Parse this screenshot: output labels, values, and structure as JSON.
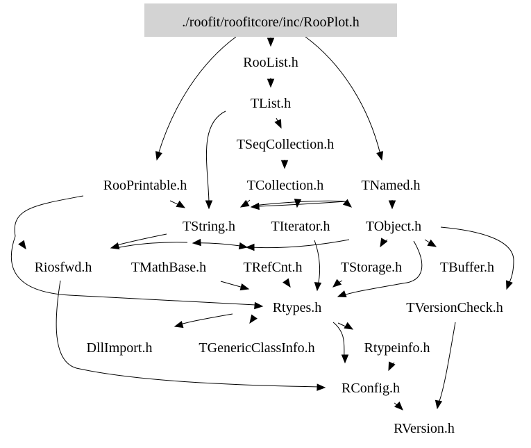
{
  "graph": {
    "title": "./roofit/roofitcore/inc/RooPlot.h",
    "root_fill": "#d3d3d3",
    "nodes": [
      {
        "id": "root",
        "label": "./roofit/roofitcore/inc/RooPlot.h",
        "root": true
      },
      {
        "id": "RooList",
        "label": "RooList.h"
      },
      {
        "id": "TList",
        "label": "TList.h"
      },
      {
        "id": "TSeqCollection",
        "label": "TSeqCollection.h"
      },
      {
        "id": "RooPrintable",
        "label": "RooPrintable.h"
      },
      {
        "id": "TCollection",
        "label": "TCollection.h"
      },
      {
        "id": "TNamed",
        "label": "TNamed.h"
      },
      {
        "id": "TString",
        "label": "TString.h"
      },
      {
        "id": "TIterator",
        "label": "TIterator.h"
      },
      {
        "id": "TObject",
        "label": "TObject.h"
      },
      {
        "id": "Riosfwd",
        "label": "Riosfwd.h"
      },
      {
        "id": "TMathBase",
        "label": "TMathBase.h"
      },
      {
        "id": "TRefCnt",
        "label": "TRefCnt.h"
      },
      {
        "id": "TStorage",
        "label": "TStorage.h"
      },
      {
        "id": "TBuffer",
        "label": "TBuffer.h"
      },
      {
        "id": "Rtypes",
        "label": "Rtypes.h"
      },
      {
        "id": "TVersionCheck",
        "label": "TVersionCheck.h"
      },
      {
        "id": "DllImport",
        "label": "DllImport.h"
      },
      {
        "id": "TGenericClassInfo",
        "label": "TGenericClassInfo.h"
      },
      {
        "id": "Rtypeinfo",
        "label": "Rtypeinfo.h"
      },
      {
        "id": "RConfig",
        "label": "RConfig.h"
      },
      {
        "id": "RVersion",
        "label": "RVersion.h"
      }
    ],
    "edges": [
      {
        "from": "root",
        "to": "RooList"
      },
      {
        "from": "root",
        "to": "RooPrintable"
      },
      {
        "from": "root",
        "to": "TNamed"
      },
      {
        "from": "RooList",
        "to": "TList"
      },
      {
        "from": "TList",
        "to": "TSeqCollection"
      },
      {
        "from": "TList",
        "to": "TString"
      },
      {
        "from": "TSeqCollection",
        "to": "TCollection"
      },
      {
        "from": "RooPrintable",
        "to": "TString"
      },
      {
        "from": "RooPrintable",
        "to": "Riosfwd"
      },
      {
        "from": "RooPrintable",
        "to": "Rtypes"
      },
      {
        "from": "TCollection",
        "to": "TString"
      },
      {
        "from": "TCollection",
        "to": "TIterator"
      },
      {
        "from": "TCollection",
        "to": "TObject"
      },
      {
        "from": "TNamed",
        "to": "TObject"
      },
      {
        "from": "TNamed",
        "to": "TString"
      },
      {
        "from": "TString",
        "to": "Riosfwd"
      },
      {
        "from": "TString",
        "to": "TMathBase"
      },
      {
        "from": "TString",
        "to": "TRefCnt"
      },
      {
        "from": "TIterator",
        "to": "Rtypes"
      },
      {
        "from": "TObject",
        "to": "Riosfwd"
      },
      {
        "from": "TObject",
        "to": "TStorage"
      },
      {
        "from": "TObject",
        "to": "TBuffer"
      },
      {
        "from": "TObject",
        "to": "Rtypes"
      },
      {
        "from": "TObject",
        "to": "TVersionCheck"
      },
      {
        "from": "TMathBase",
        "to": "Rtypes"
      },
      {
        "from": "TRefCnt",
        "to": "Rtypes"
      },
      {
        "from": "TStorage",
        "to": "Rtypes"
      },
      {
        "from": "Riosfwd",
        "to": "RConfig"
      },
      {
        "from": "Rtypes",
        "to": "DllImport"
      },
      {
        "from": "Rtypes",
        "to": "TGenericClassInfo"
      },
      {
        "from": "Rtypes",
        "to": "Rtypeinfo"
      },
      {
        "from": "Rtypes",
        "to": "RConfig"
      },
      {
        "from": "Rtypeinfo",
        "to": "RConfig"
      },
      {
        "from": "RConfig",
        "to": "RVersion"
      },
      {
        "from": "TVersionCheck",
        "to": "RVersion"
      }
    ]
  }
}
